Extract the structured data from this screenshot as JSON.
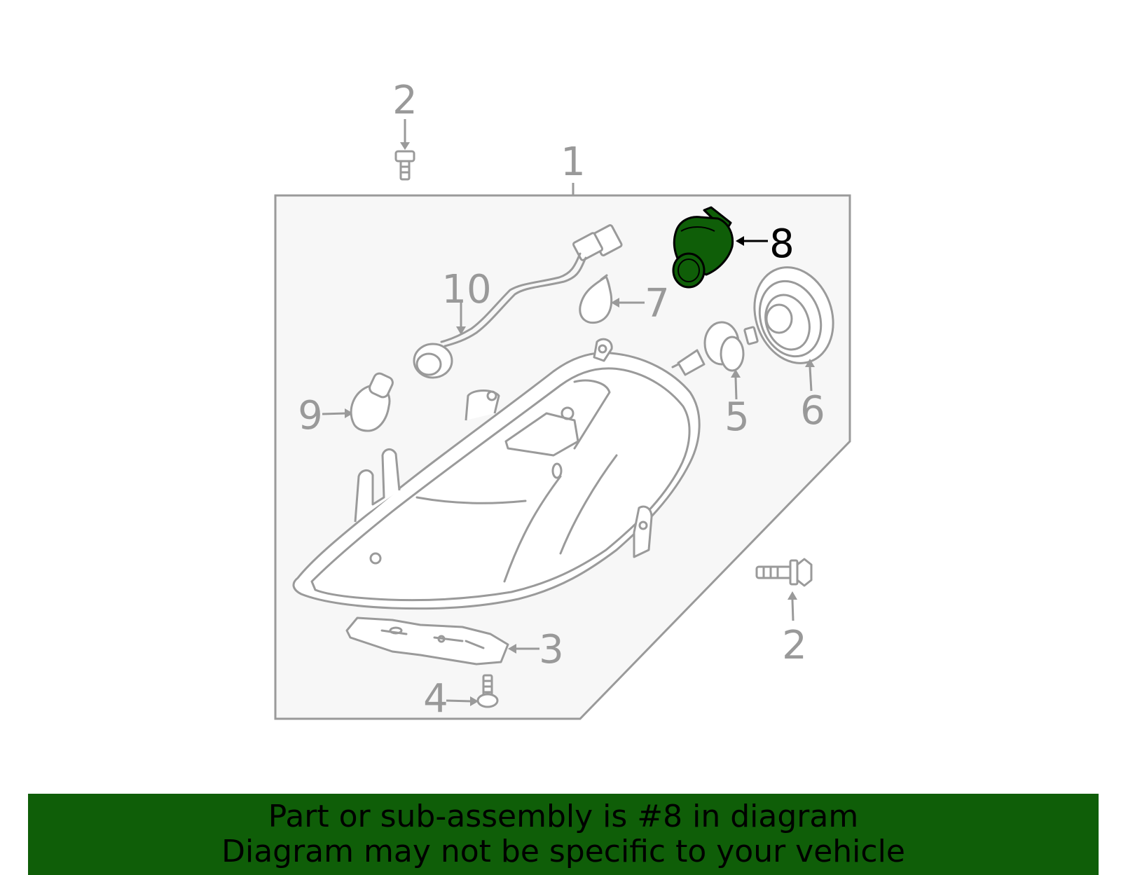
{
  "callouts": {
    "c1": "1",
    "c2_top": "2",
    "c2_bottom": "2",
    "c3": "3",
    "c4": "4",
    "c5": "5",
    "c6": "6",
    "c7": "7",
    "c8": "8",
    "c9": "9",
    "c10": "10"
  },
  "highlighted_part": "8",
  "colors": {
    "highlight": "#0f5e08",
    "line": "#9a9a9a",
    "panel": "#f7f7f7"
  },
  "banner": {
    "line1": "Part or sub-assembly is #8 in diagram",
    "line2": "Diagram may not be specific to your vehicle"
  }
}
